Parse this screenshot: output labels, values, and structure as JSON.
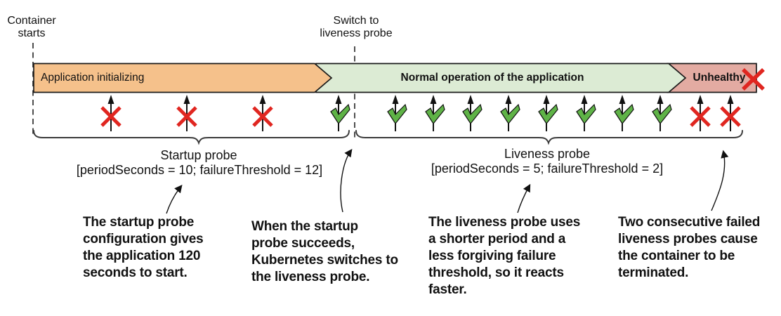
{
  "events": {
    "container_starts": "Container\nstarts",
    "switch_to_liveness": "Switch to\nliveness probe"
  },
  "timeline": {
    "segments": [
      {
        "label": "Application initializing"
      },
      {
        "label": "Normal operation of the application"
      },
      {
        "label": "Unhealthy"
      }
    ]
  },
  "probes": {
    "startup": {
      "name": "Startup probe",
      "config": "[periodSeconds = 10; failureThreshold = 12]",
      "results": [
        "fail",
        "fail",
        "fail",
        "pass"
      ]
    },
    "liveness": {
      "name": "Liveness probe",
      "config": "[periodSeconds = 5; failureThreshold = 2]",
      "results": [
        "pass",
        "pass",
        "pass",
        "pass",
        "pass",
        "pass",
        "pass",
        "pass",
        "fail",
        "fail"
      ]
    }
  },
  "annotations": [
    {
      "text": "The startup probe\nconfiguration gives\nthe application 120\nseconds to start."
    },
    {
      "text": "When the startup\nprobe succeeds,\nKubernetes switches to\nthe liveness probe."
    },
    {
      "text": "The liveness probe uses\na shorter period and a\nless forgiving failure\nthreshold, so it reacts\nfaster."
    },
    {
      "text": "Two consecutive failed\nliveness probes cause\nthe container to be\nterminated."
    }
  ],
  "colors": {
    "initializing_segment": "#f5c18b",
    "normal_segment": "#dcebd4",
    "unhealthy_segment": "#e3aba2",
    "pass_check": "#5fb347",
    "fail_x": "#e02620",
    "outline": "#1a1a1a"
  }
}
